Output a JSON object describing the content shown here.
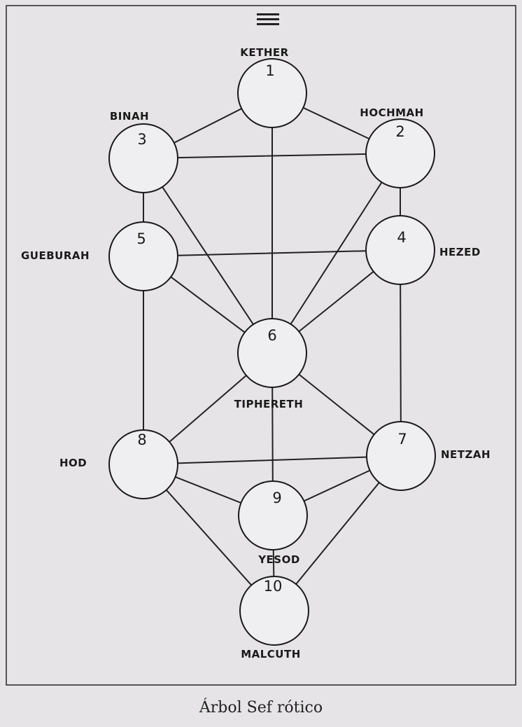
{
  "caption": "Árbol Sef rótico",
  "menu_icon": "hamburger-icon",
  "sefirot": [
    {
      "id": "kether",
      "number": "1",
      "name": "KETHER"
    },
    {
      "id": "hochmah",
      "number": "2",
      "name": "HOCHMAH"
    },
    {
      "id": "binah",
      "number": "3",
      "name": "BINAH"
    },
    {
      "id": "hezed",
      "number": "4",
      "name": "HEZED"
    },
    {
      "id": "gueburah",
      "number": "5",
      "name": "GUEBURAH"
    },
    {
      "id": "tiphereth",
      "number": "6",
      "name": "TIPHERETH"
    },
    {
      "id": "netzah",
      "number": "7",
      "name": "NETZAH"
    },
    {
      "id": "hod",
      "number": "8",
      "name": "HOD"
    },
    {
      "id": "yesod",
      "number": "9",
      "name": "YESOD"
    },
    {
      "id": "malcuth",
      "number": "10",
      "name": "MALCUTH"
    }
  ],
  "paths": [
    [
      "kether",
      "binah"
    ],
    [
      "kether",
      "hochmah"
    ],
    [
      "kether",
      "tiphereth"
    ],
    [
      "binah",
      "hochmah"
    ],
    [
      "binah",
      "gueburah"
    ],
    [
      "binah",
      "tiphereth"
    ],
    [
      "hochmah",
      "hezed"
    ],
    [
      "hochmah",
      "tiphereth"
    ],
    [
      "gueburah",
      "hezed"
    ],
    [
      "gueburah",
      "tiphereth"
    ],
    [
      "gueburah",
      "hod"
    ],
    [
      "hezed",
      "tiphereth"
    ],
    [
      "hezed",
      "netzah"
    ],
    [
      "tiphereth",
      "hod"
    ],
    [
      "tiphereth",
      "netzah"
    ],
    [
      "tiphereth",
      "yesod"
    ],
    [
      "hod",
      "netzah"
    ],
    [
      "hod",
      "yesod"
    ],
    [
      "hod",
      "malcuth"
    ],
    [
      "netzah",
      "yesod"
    ],
    [
      "netzah",
      "malcuth"
    ],
    [
      "yesod",
      "malcuth"
    ]
  ]
}
